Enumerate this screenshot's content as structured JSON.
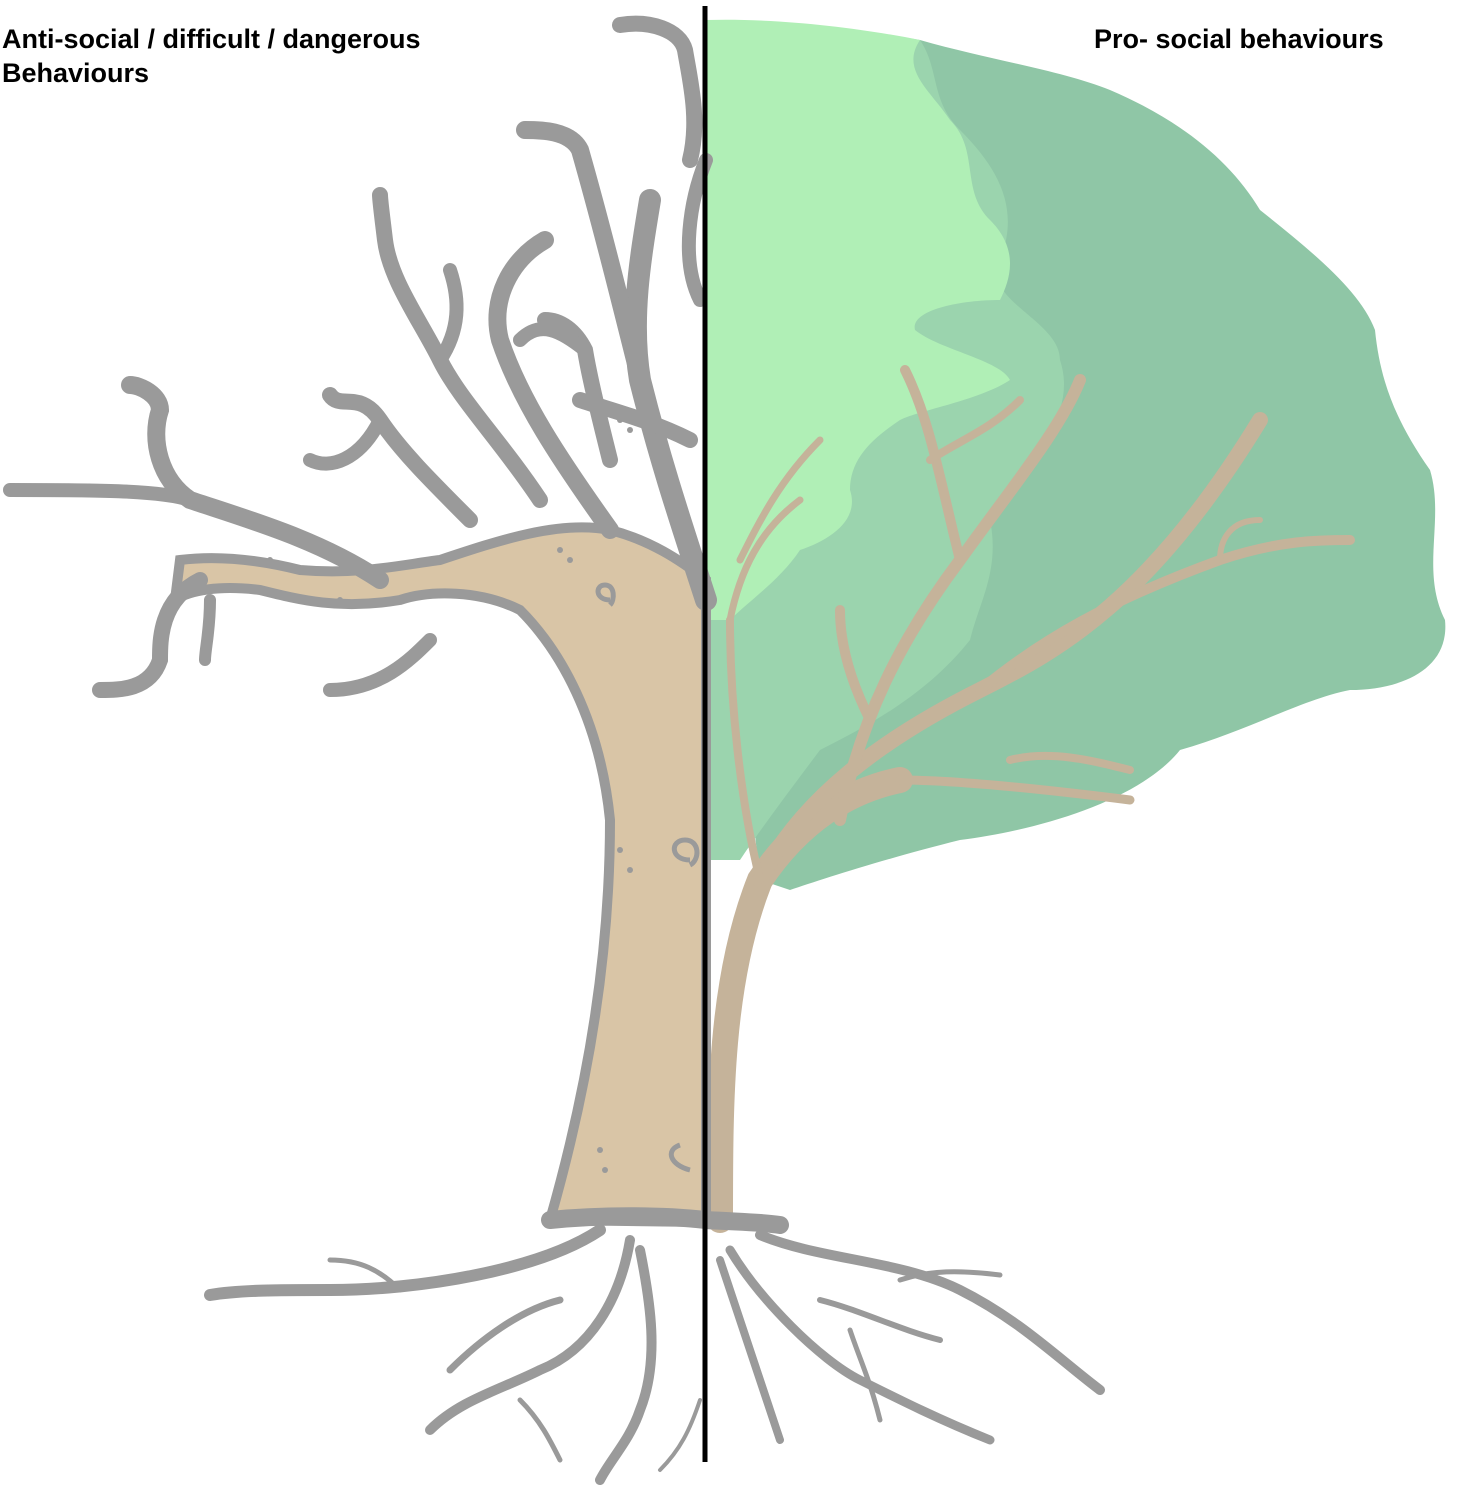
{
  "labels": {
    "left_line1": "Anti-social / difficult / dangerous",
    "left_line2": "Behaviours",
    "right": "Pro- social behaviours"
  },
  "colors": {
    "divider": "#000000",
    "bare_branch_outline": "#9a9a9a",
    "trunk_fill": "#d9c5a6",
    "foliage_light": "#b0efb6",
    "foliage_mid": "#9bd4ae",
    "foliage_dark": "#8fc6a6",
    "live_branch": "#c5b39a",
    "roots": "#9a9a9a"
  },
  "icons": {
    "left_half": "bare-tree-icon",
    "right_half": "leafy-tree-icon",
    "bottom": "roots-icon"
  }
}
